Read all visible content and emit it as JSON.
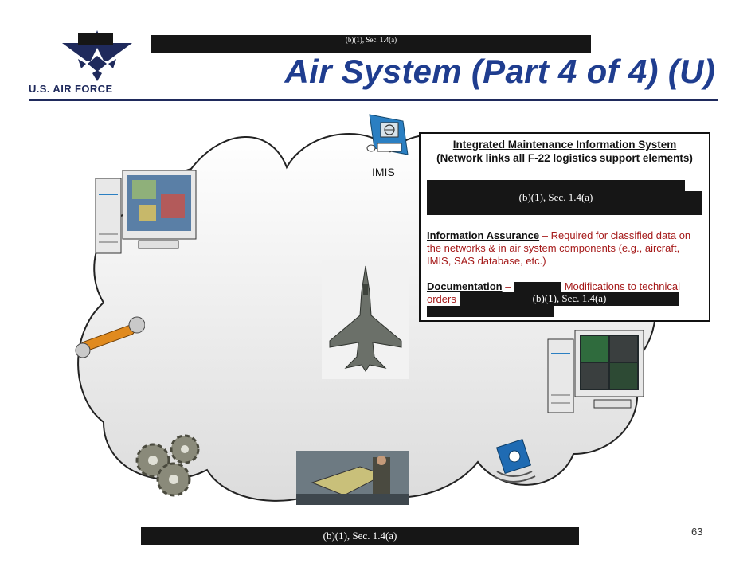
{
  "header": {
    "title": "Air System (Part 4 of 4) (U)",
    "logo_label": "U.S. AIR FORCE",
    "redaction_top": "(b)(1), Sec. 1.4(a)"
  },
  "cloud": {
    "imis_label": "IMIS"
  },
  "info_box": {
    "heading_line1": "Integrated Maintenance Information System",
    "heading_line2": "(Network links all F-22 logistics support elements)",
    "redaction_1": "(b)(1), Sec. 1.4(a)",
    "ia_title": "Information Assurance",
    "ia_text": " – Required for classified data on the  networks & in air system components (e.g., aircraft, IMIS, SAS database, etc.)",
    "doc_title": "Documentation",
    "doc_dash": " –",
    "doc_text": "Modifications to technical",
    "doc_text2": "orders",
    "redaction_2": "(b)(1), Sec. 1.4(a)"
  },
  "footer": {
    "redaction_bottom": "(b)(1), Sec. 1.4(a)",
    "page_number": "63"
  },
  "colors": {
    "title_blue": "#1f3d8f",
    "navy": "#1f2a5c",
    "dark_red": "#a51919",
    "redaction": "#161616"
  }
}
